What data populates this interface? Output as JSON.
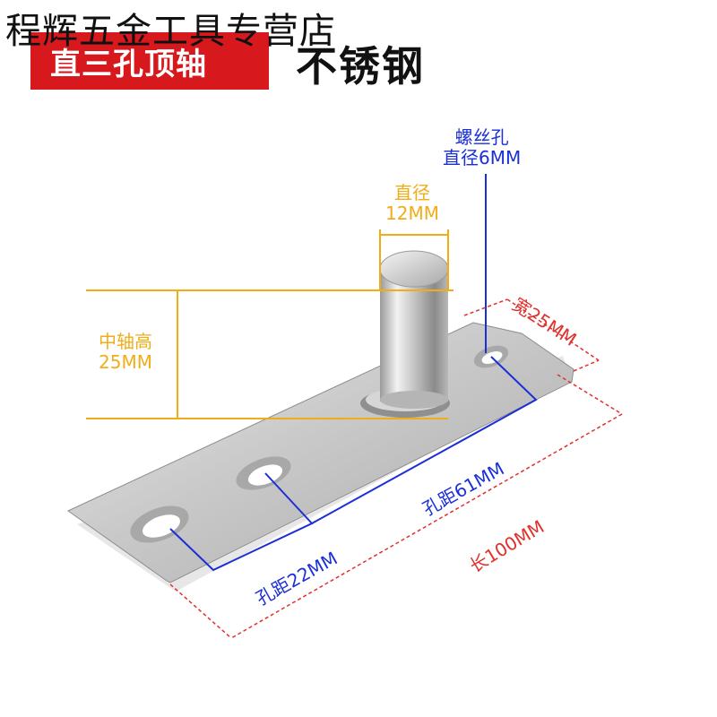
{
  "header": {
    "shop_name": "程辉五金工具专营店",
    "banner_label": "直三孔顶轴",
    "material_label": "不锈钢"
  },
  "annotations": {
    "screw_hole_title": "螺丝孔",
    "screw_hole_diameter": "直径6MM",
    "pin_diameter_title": "直径",
    "pin_diameter_value": "12MM",
    "pin_height_title": "中轴高",
    "pin_height_value": "25MM",
    "width_label": "宽25MM",
    "hole_pitch_61": "孔距61MM",
    "hole_pitch_22": "孔距22MM",
    "length_label": "长100MM"
  },
  "colors": {
    "banner_red": "#d7181c",
    "dimension_yellow": "#f0ad17",
    "dimension_blue": "#1b2fd6",
    "dimension_red": "#e0312c"
  }
}
